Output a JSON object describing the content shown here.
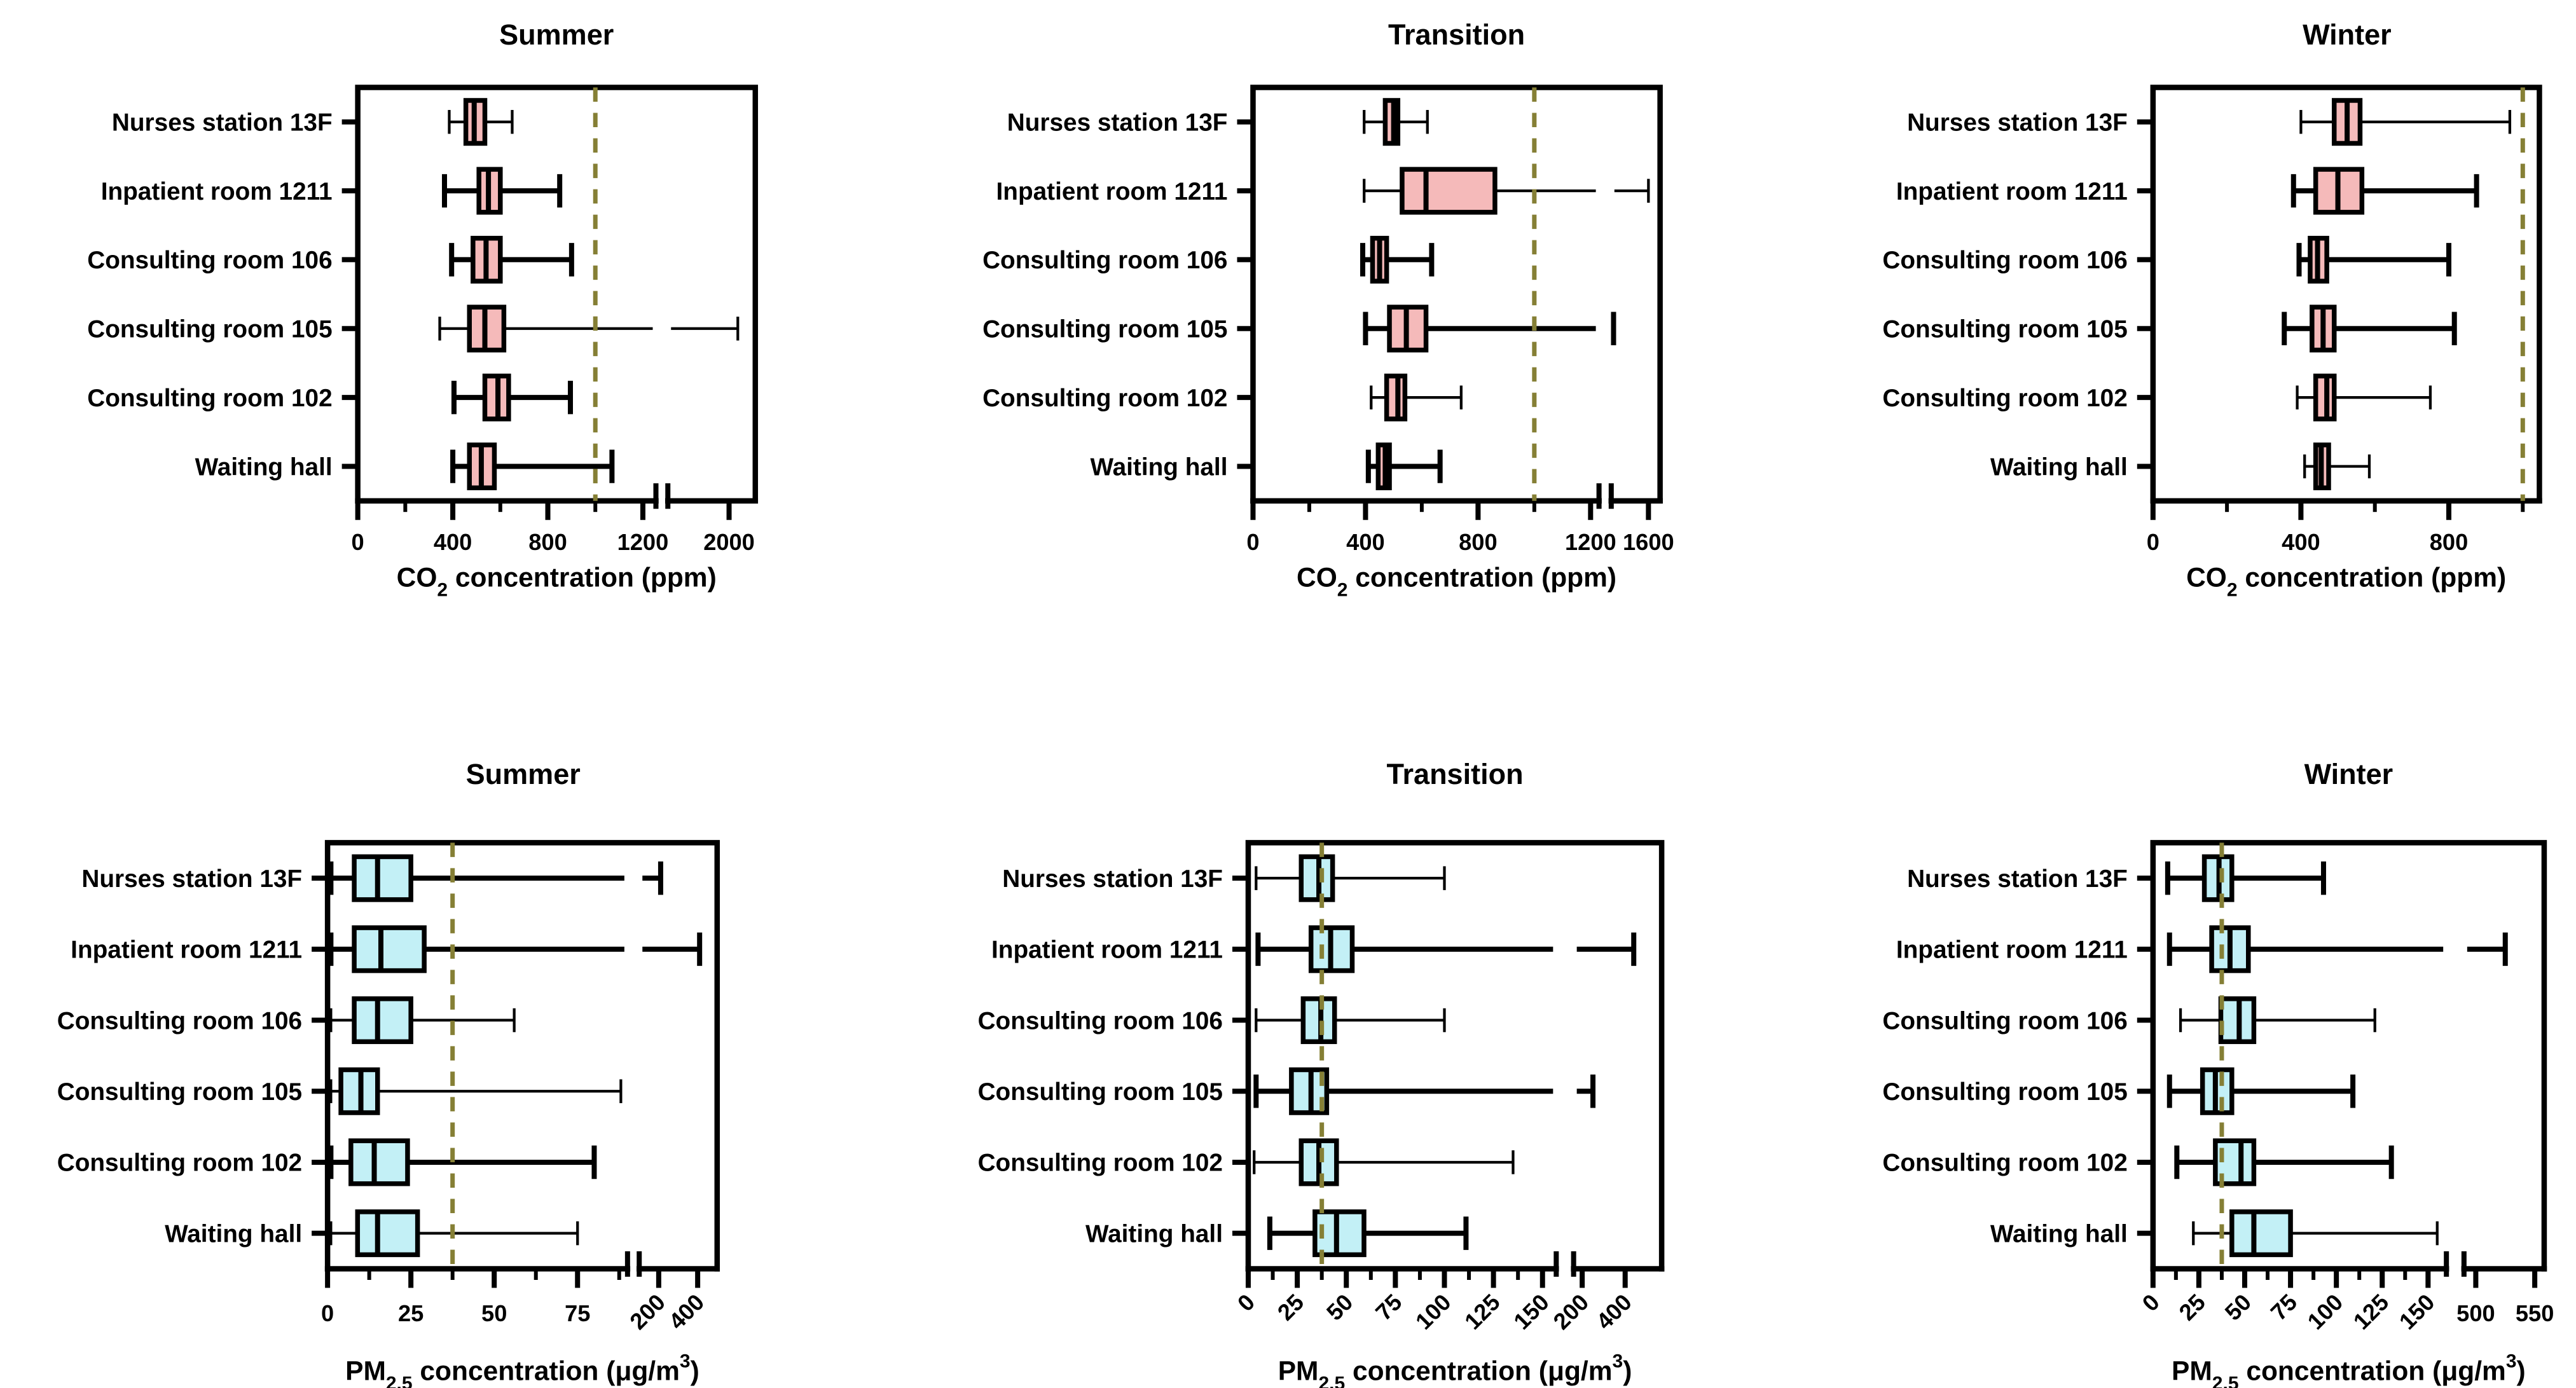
{
  "figure": {
    "background": "#ffffff",
    "categories_top_to_bottom": [
      "Nurses station 13F",
      "Inpatient room 1211",
      "Consulting room 106",
      "Consulting room 105",
      "Consulting room 102",
      "Waiting hall"
    ],
    "colors": {
      "co2_box_fill": "#f5baba",
      "pm_box_fill": "#c3f0f6",
      "refline": "#857f35",
      "stroke": "#000000"
    }
  },
  "chart_data": [
    {
      "id": "co2-summer",
      "type": "box",
      "orientation": "horizontal",
      "title": "Summer",
      "xlabel": [
        {
          "t": "CO"
        },
        {
          "t": "2",
          "style": "sub"
        },
        {
          "t": " concentration (ppm)"
        }
      ],
      "box_fill": "#f5baba",
      "refline": {
        "value": 1000,
        "color": "#857f35",
        "style": "dashed"
      },
      "axis": {
        "segments": [
          {
            "min": 0,
            "max": 1255,
            "frac": 0.75
          },
          {
            "min": 1300,
            "max": 2300
          }
        ],
        "gap_frac": 0.03,
        "ticks": [
          {
            "v": 0,
            "label": "0"
          },
          {
            "v": 400,
            "label": "400"
          },
          {
            "v": 800,
            "label": "800"
          },
          {
            "v": 1200,
            "label": "1200"
          },
          {
            "v": 2000,
            "label": "2000"
          }
        ],
        "minor_ticks": [
          200,
          600,
          1000
        ]
      },
      "rows": [
        {
          "category": "Nurses station 13F",
          "min": 385,
          "q1": 455,
          "median": 490,
          "q3": 535,
          "max": 650,
          "whisker_weight": "thin"
        },
        {
          "category": "Inpatient room 1211",
          "min": 365,
          "q1": 510,
          "median": 550,
          "q3": 600,
          "max": 850,
          "whisker_weight": "thick"
        },
        {
          "category": "Consulting room 106",
          "min": 395,
          "q1": 485,
          "median": 540,
          "q3": 600,
          "max": 900,
          "whisker_weight": "thick"
        },
        {
          "category": "Consulting room 105",
          "min": 345,
          "q1": 470,
          "median": 535,
          "q3": 615,
          "max": 2100,
          "whisker_weight": "thin"
        },
        {
          "category": "Consulting room 102",
          "min": 405,
          "q1": 535,
          "median": 590,
          "q3": 635,
          "max": 895,
          "whisker_weight": "thick"
        },
        {
          "category": "Waiting hall",
          "min": 400,
          "q1": 470,
          "median": 520,
          "q3": 575,
          "max": 1070,
          "whisker_weight": "thick"
        }
      ]
    },
    {
      "id": "co2-transition",
      "type": "box",
      "orientation": "horizontal",
      "title": "Transition",
      "xlabel": [
        {
          "t": "CO"
        },
        {
          "t": "2",
          "style": "sub"
        },
        {
          "t": " concentration (ppm)"
        }
      ],
      "box_fill": "#f5baba",
      "refline": {
        "value": 1000,
        "color": "#857f35",
        "style": "dashed"
      },
      "axis": {
        "segments": [
          {
            "min": 0,
            "max": 1230,
            "frac": 0.85
          },
          {
            "min": 1280,
            "max": 1700
          }
        ],
        "gap_frac": 0.03,
        "ticks": [
          {
            "v": 0,
            "label": "0"
          },
          {
            "v": 400,
            "label": "400"
          },
          {
            "v": 800,
            "label": "800"
          },
          {
            "v": 1200,
            "label": "1200"
          },
          {
            "v": 1600,
            "label": "1600"
          }
        ],
        "minor_ticks": [
          200,
          600,
          1000
        ]
      },
      "rows": [
        {
          "category": "Nurses station 13F",
          "min": 395,
          "q1": 470,
          "median": 500,
          "q3": 515,
          "max": 620,
          "whisker_weight": "thin"
        },
        {
          "category": "Inpatient room 1211",
          "min": 395,
          "q1": 530,
          "median": 615,
          "q3": 860,
          "max": 1600,
          "whisker_weight": "thin"
        },
        {
          "category": "Consulting room 106",
          "min": 390,
          "q1": 425,
          "median": 450,
          "q3": 475,
          "max": 635,
          "whisker_weight": "thick"
        },
        {
          "category": "Consulting room 105",
          "min": 400,
          "q1": 485,
          "median": 545,
          "q3": 615,
          "max": 1300,
          "whisker_weight": "thick"
        },
        {
          "category": "Consulting room 102",
          "min": 420,
          "q1": 475,
          "median": 515,
          "q3": 540,
          "max": 740,
          "whisker_weight": "thin"
        },
        {
          "category": "Waiting hall",
          "min": 410,
          "q1": 445,
          "median": 470,
          "q3": 485,
          "max": 665,
          "whisker_weight": "thick"
        }
      ]
    },
    {
      "id": "co2-winter",
      "type": "box",
      "orientation": "horizontal",
      "title": "Winter",
      "xlabel": [
        {
          "t": "CO"
        },
        {
          "t": "2",
          "style": "sub"
        },
        {
          "t": " concentration (ppm)"
        }
      ],
      "box_fill": "#f5baba",
      "refline": {
        "value": 1000,
        "color": "#857f35",
        "style": "dashed"
      },
      "axis": {
        "segments": [
          {
            "min": 0,
            "max": 1045,
            "frac": 1
          }
        ],
        "gap_frac": 0,
        "ticks": [
          {
            "v": 0,
            "label": "0"
          },
          {
            "v": 400,
            "label": "400"
          },
          {
            "v": 800,
            "label": "800"
          }
        ],
        "minor_ticks": [
          200,
          600,
          1000
        ]
      },
      "rows": [
        {
          "category": "Nurses station 13F",
          "min": 400,
          "q1": 490,
          "median": 525,
          "q3": 560,
          "max": 965,
          "whisker_weight": "thin"
        },
        {
          "category": "Inpatient room 1211",
          "min": 380,
          "q1": 440,
          "median": 500,
          "q3": 565,
          "max": 875,
          "whisker_weight": "thick"
        },
        {
          "category": "Consulting room 106",
          "min": 395,
          "q1": 425,
          "median": 445,
          "q3": 470,
          "max": 800,
          "whisker_weight": "thick"
        },
        {
          "category": "Consulting room 105",
          "min": 355,
          "q1": 430,
          "median": 460,
          "q3": 490,
          "max": 815,
          "whisker_weight": "thick"
        },
        {
          "category": "Consulting room 102",
          "min": 390,
          "q1": 440,
          "median": 470,
          "q3": 490,
          "max": 750,
          "whisker_weight": "thin"
        },
        {
          "category": "Waiting hall",
          "min": 410,
          "q1": 440,
          "median": 455,
          "q3": 475,
          "max": 585,
          "whisker_weight": "thin"
        }
      ]
    },
    {
      "id": "pm25-summer",
      "type": "box",
      "orientation": "horizontal",
      "title": "Summer",
      "xlabel": [
        {
          "t": "PM"
        },
        {
          "t": "2.5",
          "style": "sub"
        },
        {
          "t": " concentration (μg/m"
        },
        {
          "t": "3",
          "style": "sup"
        },
        {
          "t": ")"
        }
      ],
      "box_fill": "#c3f0f6",
      "refline": {
        "value": 37.5,
        "color": "#857f35",
        "style": "dashed"
      },
      "axis": {
        "segments": [
          {
            "min": 0,
            "max": 90,
            "frac": 0.77
          },
          {
            "min": 100,
            "max": 500
          }
        ],
        "gap_frac": 0.03,
        "ticks": [
          {
            "v": 0,
            "label": "0"
          },
          {
            "v": 25,
            "label": "25"
          },
          {
            "v": 50,
            "label": "50"
          },
          {
            "v": 75,
            "label": "75"
          },
          {
            "v": 200,
            "label": "200",
            "rot": true
          },
          {
            "v": 400,
            "label": "400",
            "rot": true
          }
        ],
        "minor_ticks": [
          12.5,
          37.5,
          62.5,
          87.5
        ]
      },
      "rows": [
        {
          "category": "Nurses station 13F",
          "min": 1,
          "q1": 8,
          "median": 15,
          "q3": 25,
          "max": 210,
          "whisker_weight": "thick"
        },
        {
          "category": "Inpatient room 1211",
          "min": 1,
          "q1": 8,
          "median": 16,
          "q3": 29,
          "max": 410,
          "whisker_weight": "thick"
        },
        {
          "category": "Consulting room 106",
          "min": 1,
          "q1": 8,
          "median": 15,
          "q3": 25,
          "max": 56,
          "whisker_weight": "thin"
        },
        {
          "category": "Consulting room 105",
          "min": 1,
          "q1": 4,
          "median": 10,
          "q3": 15,
          "max": 88,
          "whisker_weight": "thin"
        },
        {
          "category": "Consulting room 102",
          "min": 1,
          "q1": 7,
          "median": 14,
          "q3": 24,
          "max": 80,
          "whisker_weight": "thick"
        },
        {
          "category": "Waiting hall",
          "min": 1,
          "q1": 9,
          "median": 15,
          "q3": 27,
          "max": 75,
          "whisker_weight": "thin"
        }
      ]
    },
    {
      "id": "pm25-transition",
      "type": "box",
      "orientation": "horizontal",
      "title": "Transition",
      "xlabel": [
        {
          "t": "PM"
        },
        {
          "t": "2.5",
          "style": "sub"
        },
        {
          "t": " concentration (μg/m"
        },
        {
          "t": "3",
          "style": "sup"
        },
        {
          "t": ")"
        }
      ],
      "box_fill": "#c3f0f6",
      "refline": {
        "value": 37.5,
        "color": "#857f35",
        "style": "dashed"
      },
      "axis": {
        "segments": [
          {
            "min": 0,
            "max": 157,
            "frac": 0.745
          },
          {
            "min": 160,
            "max": 570
          }
        ],
        "gap_frac": 0.042,
        "ticks": [
          {
            "v": 0,
            "label": "0",
            "rot": true
          },
          {
            "v": 25,
            "label": "25",
            "rot": true
          },
          {
            "v": 50,
            "label": "50",
            "rot": true
          },
          {
            "v": 75,
            "label": "75",
            "rot": true
          },
          {
            "v": 100,
            "label": "100",
            "rot": true
          },
          {
            "v": 125,
            "label": "125",
            "rot": true
          },
          {
            "v": 150,
            "label": "150",
            "rot": true
          },
          {
            "v": 200,
            "label": "200",
            "rot": true
          },
          {
            "v": 400,
            "label": "400",
            "rot": true
          }
        ],
        "minor_ticks": [
          12.5,
          37.5,
          62.5,
          87.5,
          112.5,
          137.5
        ]
      },
      "rows": [
        {
          "category": "Nurses station 13F",
          "min": 4,
          "q1": 27,
          "median": 36,
          "q3": 43,
          "max": 100,
          "whisker_weight": "thin"
        },
        {
          "category": "Inpatient room 1211",
          "min": 5,
          "q1": 32,
          "median": 42,
          "q3": 53,
          "max": 440,
          "whisker_weight": "thick"
        },
        {
          "category": "Consulting room 106",
          "min": 4,
          "q1": 28,
          "median": 37,
          "q3": 44,
          "max": 100,
          "whisker_weight": "thin"
        },
        {
          "category": "Consulting room 105",
          "min": 4,
          "q1": 22,
          "median": 32,
          "q3": 40,
          "max": 250,
          "whisker_weight": "thick"
        },
        {
          "category": "Consulting room 102",
          "min": 3,
          "q1": 27,
          "median": 36,
          "q3": 45,
          "max": 135,
          "whisker_weight": "thin"
        },
        {
          "category": "Waiting hall",
          "min": 11,
          "q1": 34,
          "median": 45,
          "q3": 59,
          "max": 111,
          "whisker_weight": "thick"
        }
      ]
    },
    {
      "id": "pm25-winter",
      "type": "box",
      "orientation": "horizontal",
      "title": "Winter",
      "xlabel": [
        {
          "t": "PM"
        },
        {
          "t": "2.5",
          "style": "sub"
        },
        {
          "t": " concentration (μg/m"
        },
        {
          "t": "3",
          "style": "sup"
        },
        {
          "t": ")"
        }
      ],
      "box_fill": "#c3f0f6",
      "refline": {
        "value": 37.5,
        "color": "#857f35",
        "style": "dashed"
      },
      "axis": {
        "segments": [
          {
            "min": 0,
            "max": 160,
            "frac": 0.75
          },
          {
            "min": 490,
            "max": 558
          }
        ],
        "gap_frac": 0.045,
        "ticks": [
          {
            "v": 0,
            "label": "0",
            "rot": true
          },
          {
            "v": 25,
            "label": "25",
            "rot": true
          },
          {
            "v": 50,
            "label": "50",
            "rot": true
          },
          {
            "v": 75,
            "label": "75",
            "rot": true
          },
          {
            "v": 100,
            "label": "100",
            "rot": true
          },
          {
            "v": 125,
            "label": "125",
            "rot": true
          },
          {
            "v": 150,
            "label": "150",
            "rot": true
          },
          {
            "v": 500,
            "label": "500"
          },
          {
            "v": 550,
            "label": "550"
          }
        ],
        "minor_ticks": [
          12.5,
          37.5,
          62.5,
          87.5,
          112.5,
          137.5
        ]
      },
      "rows": [
        {
          "category": "Nurses station 13F",
          "min": 8,
          "q1": 28,
          "median": 36,
          "q3": 43,
          "max": 93,
          "whisker_weight": "thick"
        },
        {
          "category": "Inpatient room 1211",
          "min": 9,
          "q1": 32,
          "median": 42,
          "q3": 52,
          "max": 525,
          "whisker_weight": "thick"
        },
        {
          "category": "Consulting room 106",
          "min": 15,
          "q1": 37,
          "median": 47,
          "q3": 55,
          "max": 121,
          "whisker_weight": "thin"
        },
        {
          "category": "Consulting room 105",
          "min": 9,
          "q1": 27,
          "median": 34,
          "q3": 43,
          "max": 109,
          "whisker_weight": "thick"
        },
        {
          "category": "Consulting room 102",
          "min": 13,
          "q1": 34,
          "median": 48,
          "q3": 55,
          "max": 130,
          "whisker_weight": "thick"
        },
        {
          "category": "Waiting hall",
          "min": 22,
          "q1": 43,
          "median": 55,
          "q3": 75,
          "max": 155,
          "whisker_weight": "thin"
        }
      ]
    }
  ]
}
